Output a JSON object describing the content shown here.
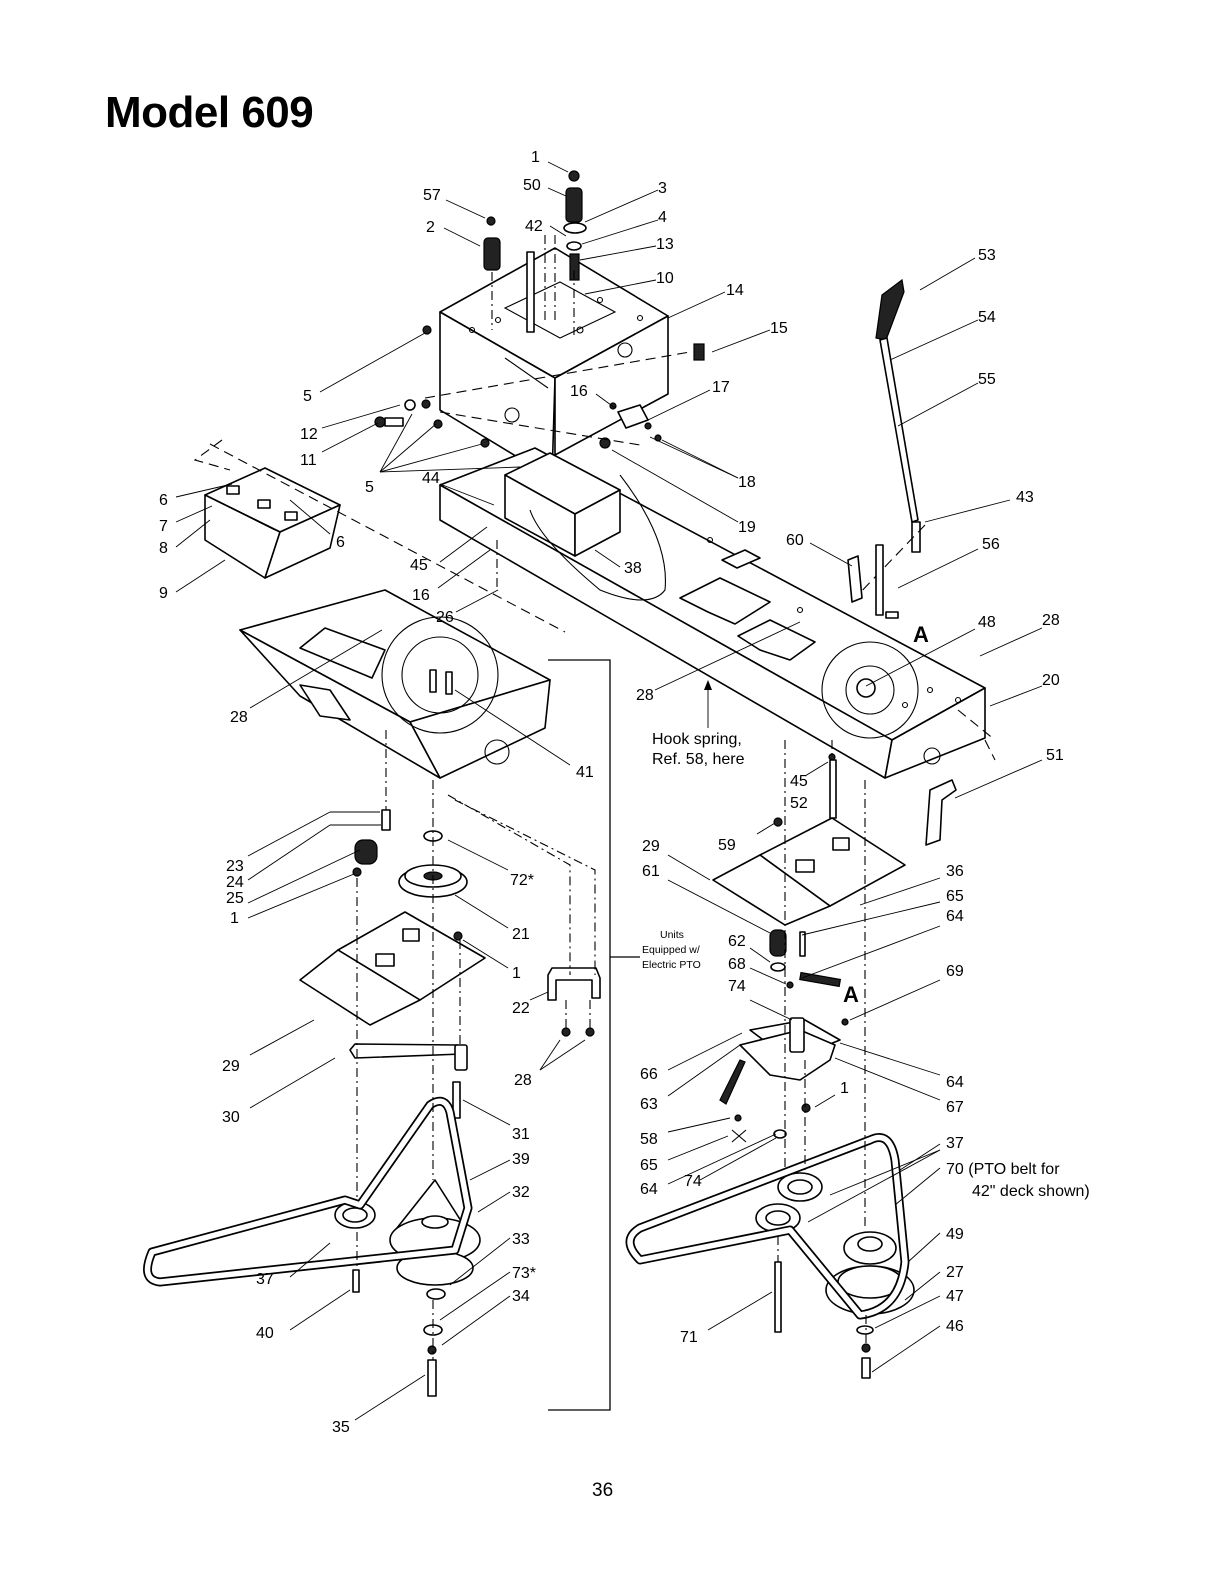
{
  "title": "Model 609",
  "page_number": "36",
  "notes": {
    "hook_spring_line1": "Hook spring,",
    "hook_spring_line2": "Ref. 58, here",
    "pto_line1": "Units",
    "pto_line2": "Equipped w/",
    "pto_line3": "Electric PTO",
    "pto_belt_line1": "70 (PTO belt for",
    "pto_belt_line2": "42\" deck shown)",
    "detail_marker": "A"
  },
  "callouts": [
    "1",
    "50",
    "3",
    "57",
    "4",
    "42",
    "2",
    "13",
    "10",
    "14",
    "53",
    "15",
    "54",
    "5",
    "16",
    "17",
    "55",
    "12",
    "11",
    "5",
    "44",
    "18",
    "6",
    "19",
    "43",
    "7",
    "6",
    "8",
    "45",
    "60",
    "56",
    "9",
    "38",
    "16",
    "26",
    "48",
    "28",
    "28",
    "20",
    "28",
    "41",
    "Hook spring",
    "45",
    "51",
    "52",
    "59",
    "23",
    "72*",
    "29",
    "36",
    "24",
    "61",
    "65",
    "25",
    "64",
    "1",
    "21",
    "62",
    "69",
    "1",
    "68",
    "22",
    "74",
    "29",
    "66",
    "64",
    "28",
    "30",
    "63",
    "67",
    "1",
    "31",
    "58",
    "37",
    "39",
    "65",
    "64",
    "74",
    "32",
    "49",
    "33",
    "27",
    "73*",
    "47",
    "37",
    "34",
    "46",
    "40",
    "71",
    "35"
  ]
}
